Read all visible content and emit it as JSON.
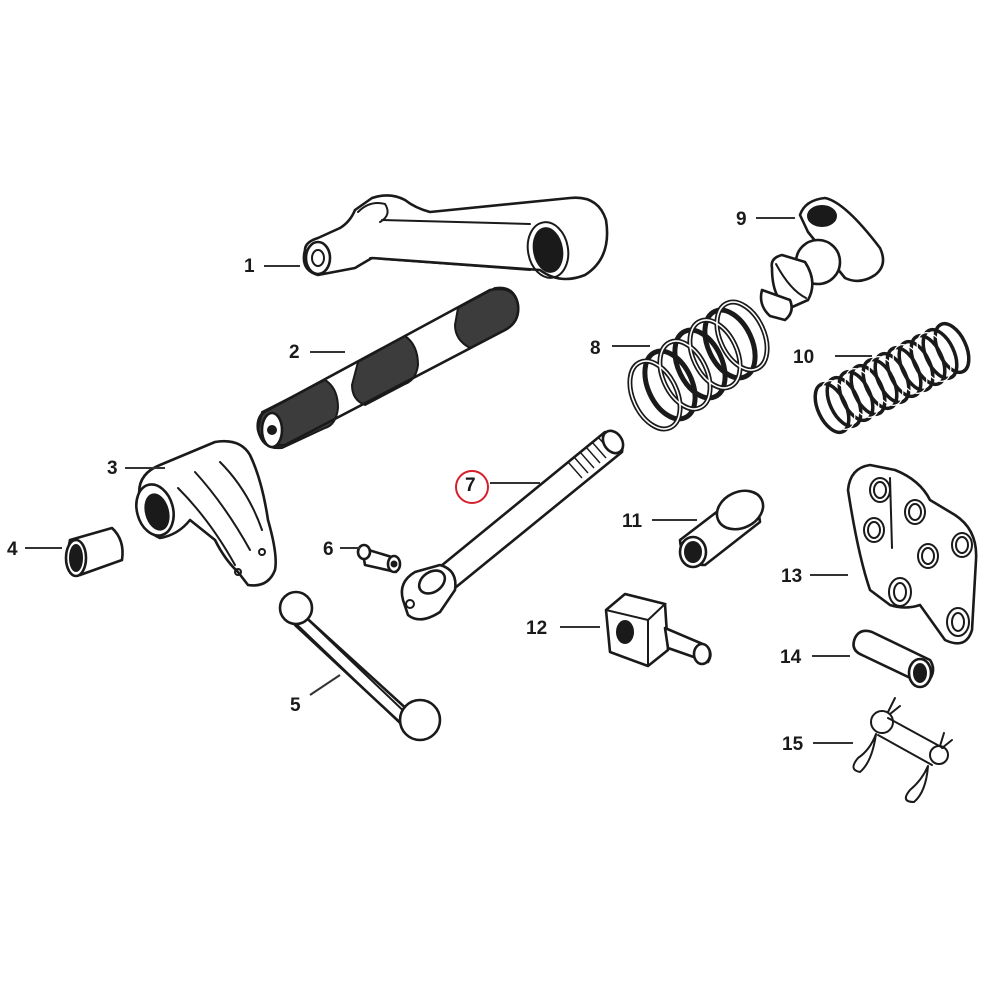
{
  "diagram": {
    "type": "exploded-parts-view",
    "highlight_color": "#d4202a",
    "line_color": "#1a1a1a",
    "background": "#ffffff",
    "highlighted_part": "7",
    "callouts": [
      {
        "id": "1",
        "text": "1",
        "part": "shift-lever-arm"
      },
      {
        "id": "2",
        "text": "2",
        "part": "splined-shaft"
      },
      {
        "id": "3",
        "text": "3",
        "part": "shift-fork-lever"
      },
      {
        "id": "4",
        "text": "4",
        "part": "bushing"
      },
      {
        "id": "5",
        "text": "5",
        "part": "connecting-rod"
      },
      {
        "id": "6",
        "text": "6",
        "part": "small-pin"
      },
      {
        "id": "7",
        "text": "7",
        "part": "threaded-bolt"
      },
      {
        "id": "8",
        "text": "8",
        "part": "large-spring"
      },
      {
        "id": "9",
        "text": "9",
        "part": "ball-joint"
      },
      {
        "id": "10",
        "text": "10",
        "part": "long-spring"
      },
      {
        "id": "11",
        "text": "11",
        "part": "flanged-bushing"
      },
      {
        "id": "12",
        "text": "12",
        "part": "block-pivot"
      },
      {
        "id": "13",
        "text": "13",
        "part": "mounting-bracket"
      },
      {
        "id": "14",
        "text": "14",
        "part": "sleeve"
      },
      {
        "id": "15",
        "text": "15",
        "part": "clevis-pin-with-clips"
      }
    ]
  }
}
